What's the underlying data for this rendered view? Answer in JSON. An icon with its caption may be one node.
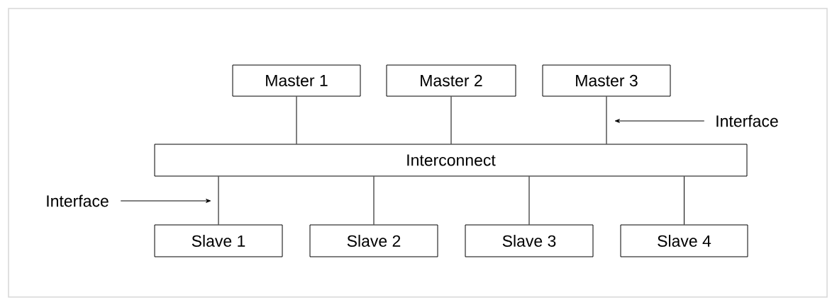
{
  "diagram": {
    "nodes": [
      {
        "text": [
          "Master 1"
        ]
      },
      {
        "text": [
          "Master 2"
        ]
      },
      {
        "text": [
          "Master 3"
        ]
      },
      {
        "text": [
          "Interconnect"
        ]
      },
      {
        "text": [
          "Slave 1"
        ]
      },
      {
        "text": [
          "Slave 2"
        ]
      },
      {
        "text": [
          "Slave 3"
        ]
      },
      {
        "text": [
          "Slave 4"
        ]
      },
      {
        "text": [
          "Interface"
        ]
      },
      {
        "text": [
          "Interface"
        ]
      }
    ],
    "edges": [
      {
        "from": 0,
        "to": 3,
        "arrow": "none"
      },
      {
        "from": 1,
        "to": 3,
        "arrow": "none"
      },
      {
        "from": 2,
        "to": 3,
        "arrow": "none"
      },
      {
        "from": 3,
        "to": 4,
        "arrow": "none"
      },
      {
        "from": 3,
        "to": 5,
        "arrow": "none"
      },
      {
        "from": 3,
        "to": 6,
        "arrow": "none"
      },
      {
        "from": 3,
        "to": 7,
        "arrow": "none"
      },
      {
        "from": 8,
        "to": null,
        "arrow": "to"
      },
      {
        "from": 9,
        "to": null,
        "arrow": "to"
      }
    ]
  }
}
